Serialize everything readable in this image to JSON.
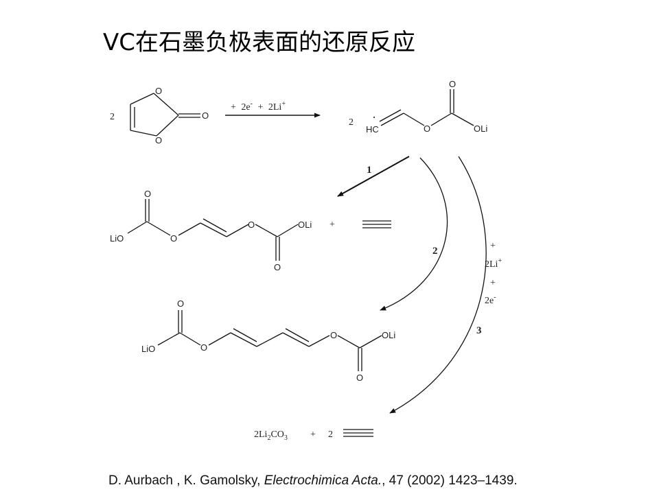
{
  "title": "VC在石墨负极表面的还原反应",
  "reactant": {
    "coef": "2",
    "atoms": [
      "O",
      "O",
      "O"
    ]
  },
  "conditions": {
    "plus1": "+",
    "e_coef": "2e",
    "e_sup": "-",
    "plus2": "+",
    "li_coef": "2Li",
    "li_sup": "+"
  },
  "radical": {
    "coef": "2",
    "dot": "·",
    "hc": "HC",
    "o_ester": "O",
    "o_carbonyl": "O",
    "oli": "OLi"
  },
  "path_labels": {
    "p1": "1",
    "p2": "2",
    "p3": "3"
  },
  "product1": {
    "lio": "LiO",
    "o_top": "O",
    "o1": "O",
    "o2": "O",
    "oli": "OLi",
    "o_bottom": "O",
    "plus": "+"
  },
  "path3_reagents": {
    "plus_a": "+",
    "li": "2Li",
    "li_sup": "+",
    "plus_b": "+",
    "e": "2e",
    "e_sup": "-"
  },
  "product2": {
    "lio": "LiO",
    "o_top": "O",
    "o1": "O",
    "o2": "O",
    "oli": "OLi",
    "o_bottom": "O"
  },
  "product3": {
    "li2co3_a": "2Li",
    "li2co3_sub2": "2",
    "li2co3_co": "CO",
    "li2co3_sub3": "3",
    "plus": "+",
    "coef": "2"
  },
  "reference": {
    "authors": "D. Aurbach , K. Gamolsky, ",
    "journal": "Electrochimica Acta.",
    "details": ", 47 (2002) 1423–1439."
  }
}
